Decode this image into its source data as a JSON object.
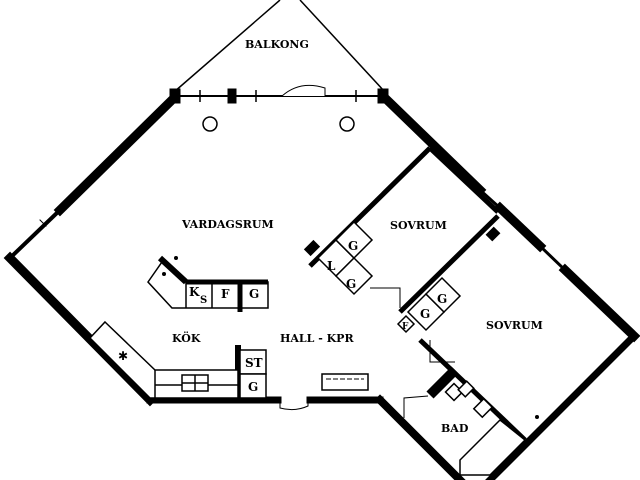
{
  "rooms": {
    "balkong": "BALKONG",
    "vardagsrum": "VARDAGSRUM",
    "sovrum1": "SOVRUM",
    "sovrum2": "SOVRUM",
    "kok": "KÖK",
    "hall": "HALL - KPR",
    "bad": "BAD"
  },
  "fixtures": {
    "k": "K",
    "s": "S",
    "f_kitchen": "F",
    "g_kitchen": "G",
    "st": "ST",
    "g_kitchen2": "G",
    "g_wardrobe1": "G",
    "l_wardrobe": "L",
    "g_wardrobe2": "G",
    "g_wardrobe3": "G",
    "g_wardrobe4": "G",
    "f_wardrobe": "F"
  },
  "colors": {
    "wall": "#000000",
    "background": "#ffffff"
  }
}
